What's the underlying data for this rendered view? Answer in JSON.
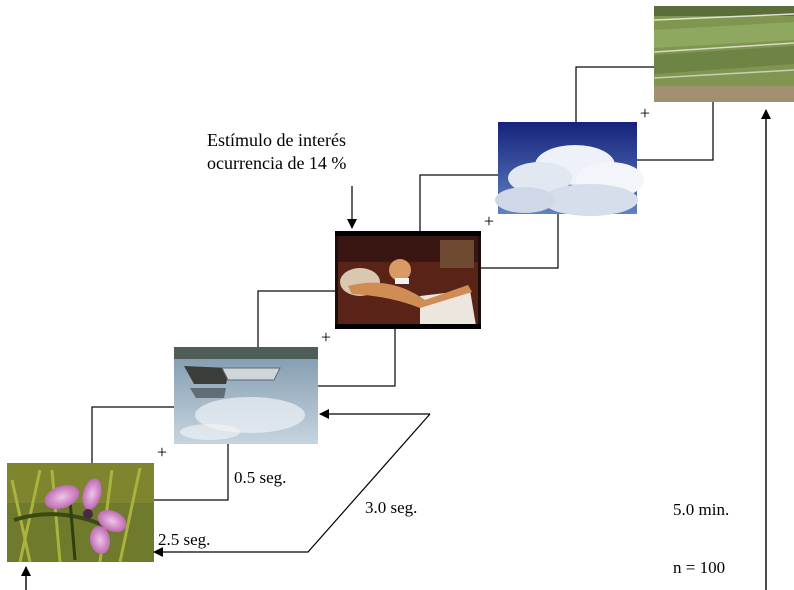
{
  "annotation": {
    "line1": "Estímulo de interés",
    "line2": "ocurrencia  de 14 %"
  },
  "labels": {
    "fixation_duration": "0.5 seg.",
    "image_duration": "2.5 seg.",
    "interval": "3.0 seg.",
    "total_time": "5.0 min.",
    "n_trials": "n = 100"
  },
  "fixation_symbol": "+",
  "sequence": [
    {
      "kind": "image",
      "scene": "flower"
    },
    {
      "kind": "fixation"
    },
    {
      "kind": "image",
      "scene": "boats"
    },
    {
      "kind": "fixation"
    },
    {
      "kind": "image",
      "scene": "target"
    },
    {
      "kind": "fixation"
    },
    {
      "kind": "image",
      "scene": "clouds"
    },
    {
      "kind": "fixation"
    },
    {
      "kind": "image",
      "scene": "field"
    }
  ]
}
